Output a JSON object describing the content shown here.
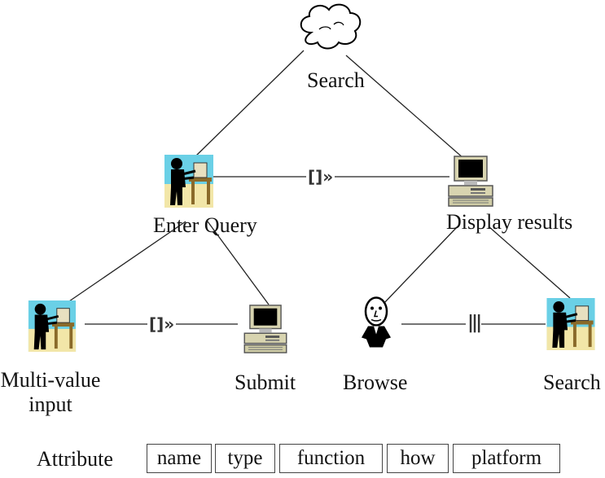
{
  "nodes": {
    "root": {
      "label": "Search",
      "icon": "cloud-icon"
    },
    "enter_query": {
      "label": "Enter Query",
      "icon": "user-at-desk-icon"
    },
    "display_results": {
      "label": "Display results",
      "icon": "computer-icon"
    },
    "multi_value": {
      "label_line1": "Multi-value",
      "label_line2": "input",
      "icon": "user-at-desk-icon"
    },
    "submit": {
      "label": "Submit",
      "icon": "computer-icon"
    },
    "browse": {
      "label": "Browse",
      "icon": "person-icon"
    },
    "search_leaf": {
      "label": "Search",
      "icon": "user-at-desk-icon"
    }
  },
  "operators": {
    "top": "[]»",
    "left": "[]»",
    "right": "|||"
  },
  "attributes": {
    "label": "Attribute",
    "items": [
      "name",
      "type",
      "function",
      "how",
      "platform"
    ]
  }
}
